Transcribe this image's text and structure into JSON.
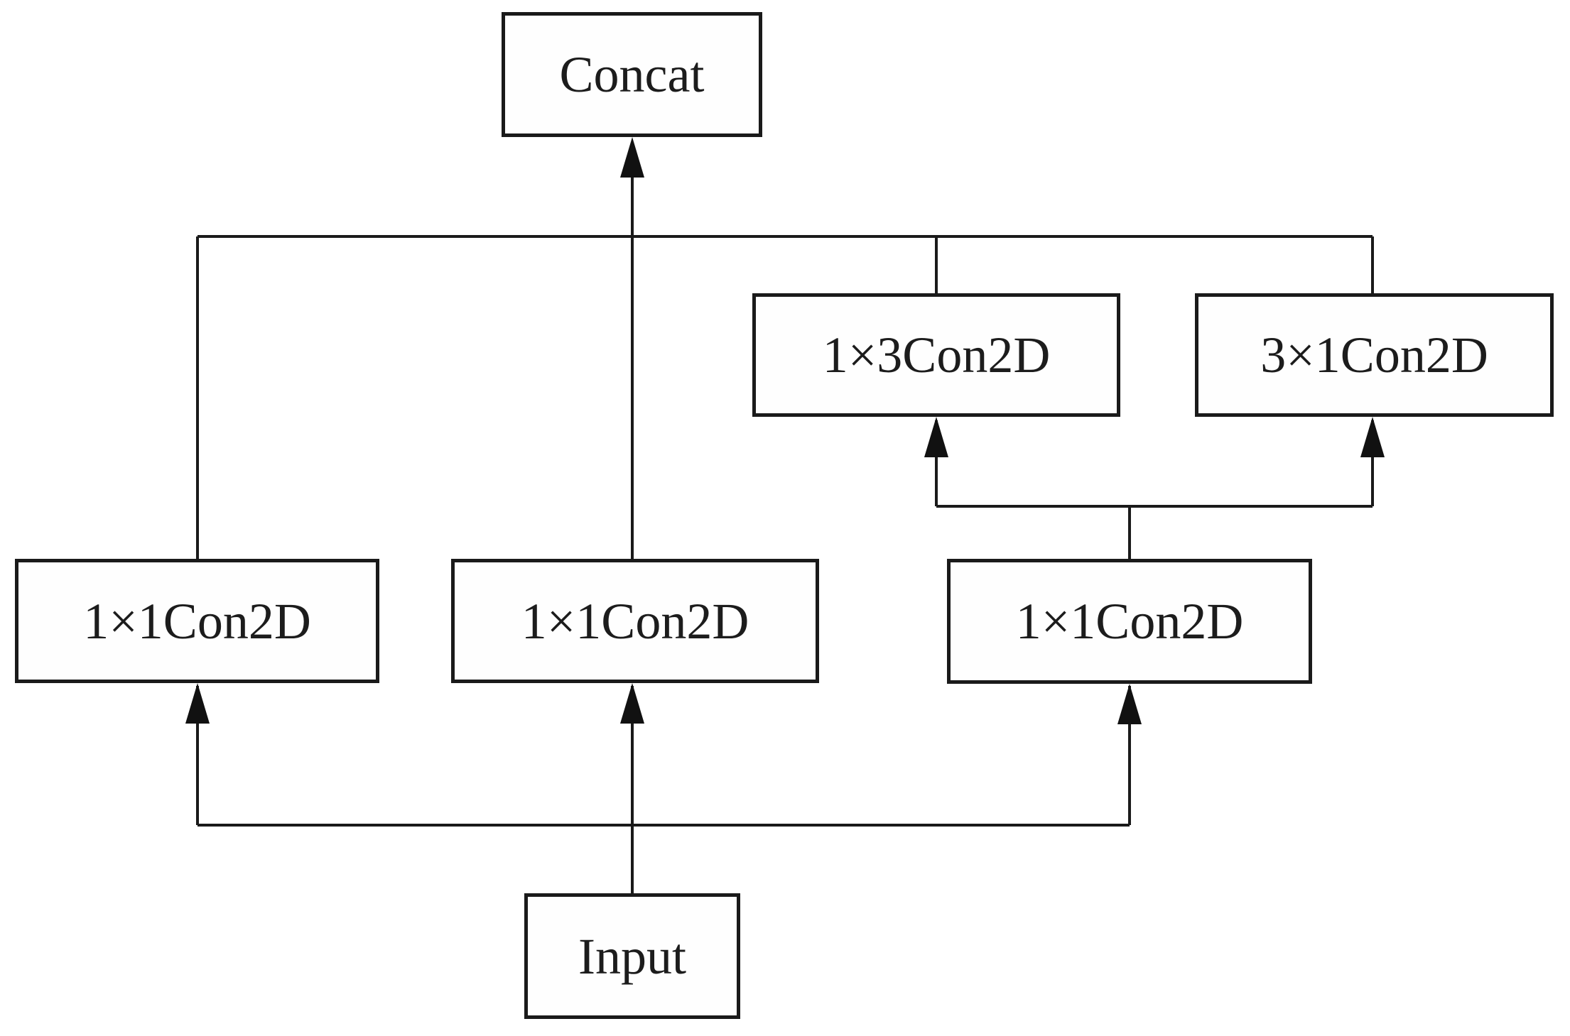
{
  "diagram": {
    "type": "neural-network-block-diagram",
    "nodes": {
      "concat": {
        "label": "Concat"
      },
      "conv1x3": {
        "label": "1×3Con2D"
      },
      "conv3x1": {
        "label": "3×1Con2D"
      },
      "conv1x1_left": {
        "label": "1×1Con2D"
      },
      "conv1x1_mid": {
        "label": "1×1Con2D"
      },
      "conv1x1_right": {
        "label": "1×1Con2D"
      },
      "input": {
        "label": "Input"
      }
    },
    "edges": [
      {
        "from": "input",
        "to": "conv1x1_left",
        "arrow": "up"
      },
      {
        "from": "input",
        "to": "conv1x1_mid",
        "arrow": "up"
      },
      {
        "from": "input",
        "to": "conv1x1_right",
        "arrow": "up"
      },
      {
        "from": "conv1x1_right",
        "to": "conv1x3",
        "arrow": "up"
      },
      {
        "from": "conv1x1_right",
        "to": "conv3x1",
        "arrow": "up"
      },
      {
        "from": "conv1x1_left",
        "to": "concat",
        "arrow": "up"
      },
      {
        "from": "conv1x1_mid",
        "to": "concat",
        "arrow": "up"
      },
      {
        "from": "conv1x3",
        "to": "concat",
        "arrow": "up"
      },
      {
        "from": "conv3x1",
        "to": "concat",
        "arrow": "up"
      }
    ],
    "colors": {
      "line": "#1a1a1a",
      "box_border": "#1a1a1a",
      "text": "#1c1c1c",
      "background": "#ffffff"
    }
  }
}
